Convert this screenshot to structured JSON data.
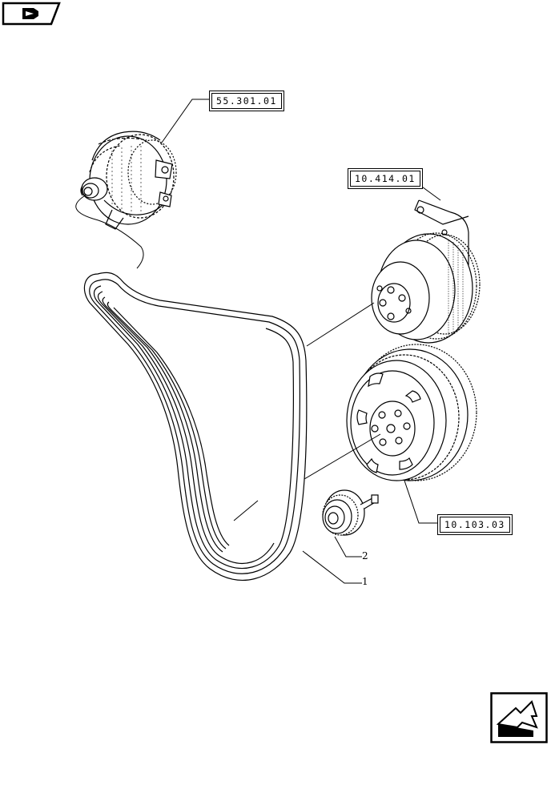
{
  "references": {
    "alternator": "55.301.01",
    "water_pump": "10.414.01",
    "crankshaft_damper": "10.103.03"
  },
  "callouts": {
    "belt": "1",
    "tensioner": "2"
  },
  "icons": {
    "top_left": "catalog-back-icon",
    "bottom_right": "next-page-arrow-icon"
  }
}
